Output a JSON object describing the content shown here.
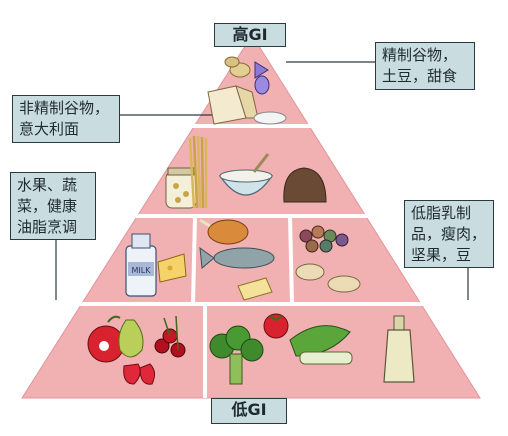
{
  "top_tag": "高GI",
  "bottom_tag": "低GI",
  "callouts": {
    "refined_grains": "精制谷物，\n土豆，甜食",
    "unrefined_grains": "非精制谷物，\n意大利面",
    "fruits_vegetables": "水果、蔬\n菜，健康\n油脂烹调",
    "low_fat_protein": "低脂乳制\n品，瘦肉，\n坚果，豆"
  },
  "colors": {
    "pyramid": "#f1b0b2",
    "pyramid_dark": "#e69a9e",
    "label_bg": "#c9dde0"
  },
  "icons": {
    "top": [
      "potato-icon",
      "candy-icon",
      "bread-icon"
    ],
    "level2": [
      "jar-icon",
      "pasta-icon",
      "bowl-icon",
      "loaf-icon"
    ],
    "level3": [
      "milk-bottle-icon",
      "cheese-icon",
      "chicken-icon",
      "fish-icon",
      "butter-icon",
      "beans-icon",
      "nuts-icon"
    ],
    "base": [
      "apple-icon",
      "pear-icon",
      "cherries-icon",
      "strawberries-icon",
      "broccoli-icon",
      "tomato-icon",
      "leek-icon",
      "oil-bottle-icon"
    ]
  }
}
